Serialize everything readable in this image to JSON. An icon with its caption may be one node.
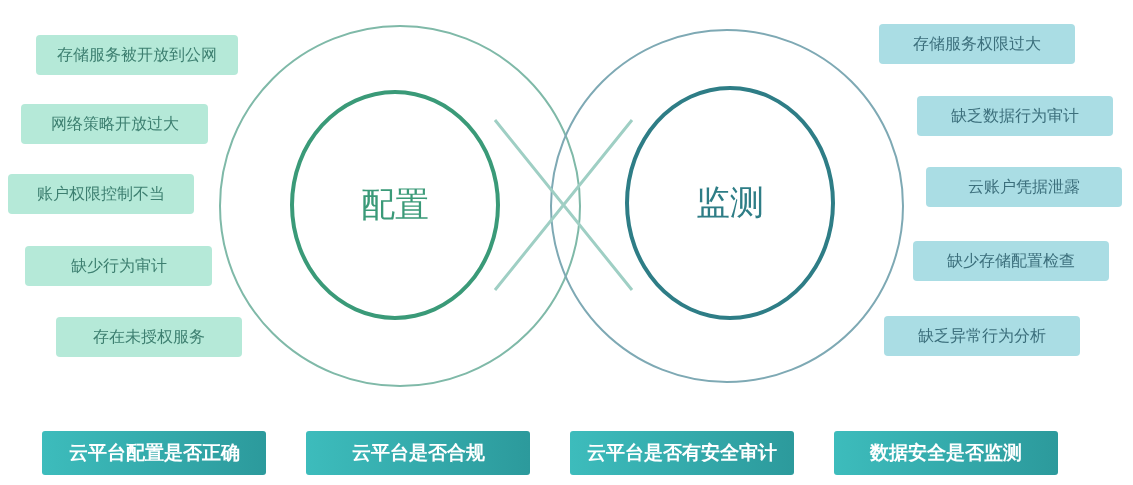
{
  "diagram": {
    "nodes": [
      {
        "text": [
          "存储服务被开放到公网"
        ]
      },
      {
        "text": [
          "网络策略开放过大"
        ]
      },
      {
        "text": [
          "账户权限控制不当"
        ]
      },
      {
        "text": [
          "缺少行为审计"
        ]
      },
      {
        "text": [
          "存在未授权服务"
        ]
      },
      {
        "text": [
          "配置"
        ]
      },
      {
        "text": [
          "监测"
        ]
      },
      {
        "text": [
          "存储服务权限过大"
        ]
      },
      {
        "text": [
          "缺乏数据行为审计"
        ]
      },
      {
        "text": [
          "云账户凭据泄露"
        ]
      },
      {
        "text": [
          "缺少存储配置检查"
        ]
      },
      {
        "text": [
          "缺乏异常行为分析"
        ]
      },
      {
        "text": [
          "云平台配置是否正确"
        ]
      },
      {
        "text": [
          "云平台是否合规"
        ]
      },
      {
        "text": [
          "云平台是否有安全审计"
        ]
      },
      {
        "text": [
          "数据安全是否监测"
        ]
      }
    ]
  }
}
